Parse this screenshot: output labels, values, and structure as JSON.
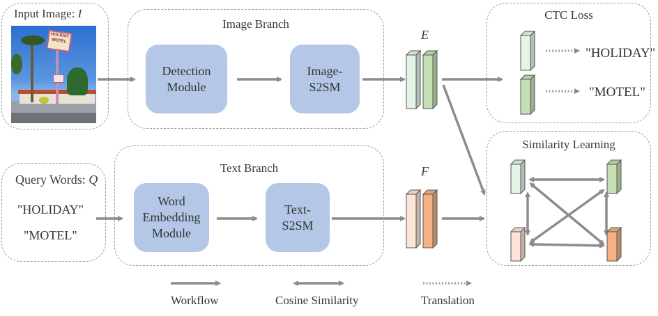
{
  "input_image": {
    "title": "Input Image: ",
    "symbol": "I",
    "sign_text": [
      "HOLIDAY",
      "MOTEL"
    ]
  },
  "image_branch": {
    "title": "Image Branch",
    "detection_module": [
      "Detection",
      "Module"
    ],
    "image_s2sm": [
      "Image-",
      "S2SM"
    ]
  },
  "query_words": {
    "title": "Query Words: ",
    "symbol": "Q",
    "words": [
      "\"HOLIDAY\"",
      "\"MOTEL\""
    ]
  },
  "text_branch": {
    "title": "Text Branch",
    "word_embedding_module": [
      "Word",
      "Embedding",
      "Module"
    ],
    "text_s2sm": [
      "Text-",
      "S2SM"
    ]
  },
  "features": {
    "image_label": "E",
    "text_label": "F"
  },
  "ctc_loss": {
    "title": "CTC Loss",
    "outputs": [
      "\"HOLIDAY\"",
      "\"MOTEL\""
    ]
  },
  "similarity_learning": {
    "title": "Similarity Learning"
  },
  "legend": {
    "workflow": "Workflow",
    "cosine_similarity": "Cosine Similarity",
    "translation": "Translation"
  },
  "colors": {
    "module_fill": "#b4c7e7",
    "arrow": "#8c8c8c",
    "green_light": "#e2f5e6",
    "green_dark": "#c6e0b4",
    "orange_light": "#fce4d6",
    "orange_dark": "#f4b183"
  }
}
